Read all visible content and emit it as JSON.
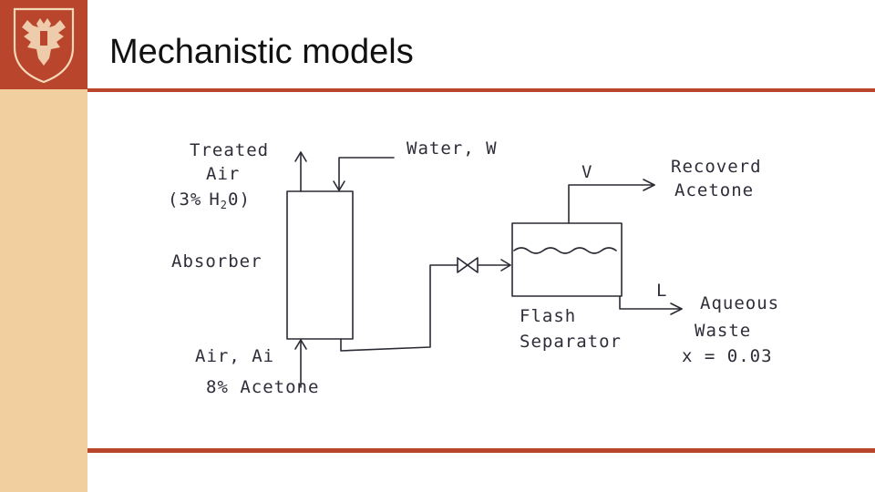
{
  "slide": {
    "title": "Mechanistic models",
    "accent_color": "#b8452c",
    "sidebar_color": "#f2cf9e"
  },
  "logo": {
    "icon": "eagle-crest-icon"
  },
  "diagram": {
    "labels": {
      "treated_air_1": "Treated",
      "treated_air_2": "Air",
      "treated_air_3a": "(3%",
      "treated_air_3b": "H",
      "treated_air_3c": "2",
      "treated_air_3d": "0)",
      "water": "Water, W",
      "absorber": "Absorber",
      "air_in_1": "Air, Ai",
      "air_in_2": "8% Acetone",
      "vapor": "V",
      "recovered_1": "Recoverd",
      "recovered_2": "Acetone",
      "flash_1": "Flash",
      "flash_2": "Separator",
      "liquid": "L",
      "waste_1": "Aqueous",
      "waste_2": "Waste",
      "waste_3": "x = 0.03"
    }
  }
}
